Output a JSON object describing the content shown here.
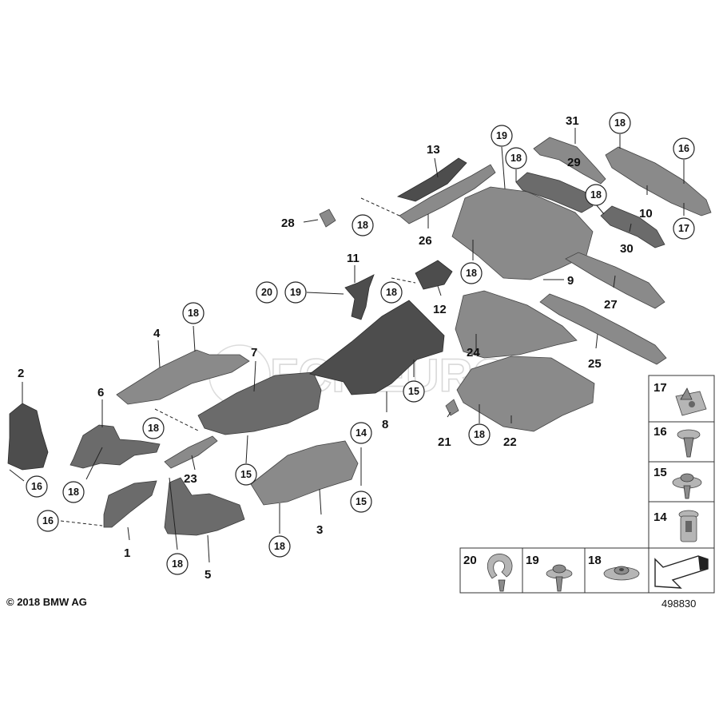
{
  "copyright": "© 2018 BMW AG",
  "diagram_id": "498830",
  "watermark": "FCP EURO",
  "callouts": {
    "c1": "1",
    "c2": "2",
    "c3": "3",
    "c4": "4",
    "c5": "5",
    "c6": "6",
    "c7": "7",
    "c8": "8",
    "c9": "9",
    "c10": "10",
    "c11": "11",
    "c12": "12",
    "c13": "13",
    "c21": "21",
    "c22": "22",
    "c23": "23",
    "c24": "24",
    "c25": "25",
    "c26": "26",
    "c27": "27",
    "c28": "28",
    "c29": "29",
    "c30": "30",
    "c31": "31"
  },
  "ringed": {
    "r16a": "16",
    "r18a": "18",
    "r16b": "16",
    "r18b": "18",
    "r18c": "18",
    "r18d": "18",
    "r15a": "15",
    "r18e": "18",
    "r14a": "14",
    "r15b": "15",
    "r20": "20",
    "r19a": "19",
    "r18f": "18",
    "r15c": "15",
    "r18g": "18",
    "r18h": "18",
    "r18i": "18",
    "r19b": "19",
    "r18j": "18",
    "r18k": "18",
    "r18l": "18",
    "r16c": "16",
    "r17": "17"
  },
  "hardware_legend": {
    "h17": "17",
    "h16": "16",
    "h15": "15",
    "h14": "14",
    "h20": "20",
    "h19": "19",
    "h18": "18"
  }
}
